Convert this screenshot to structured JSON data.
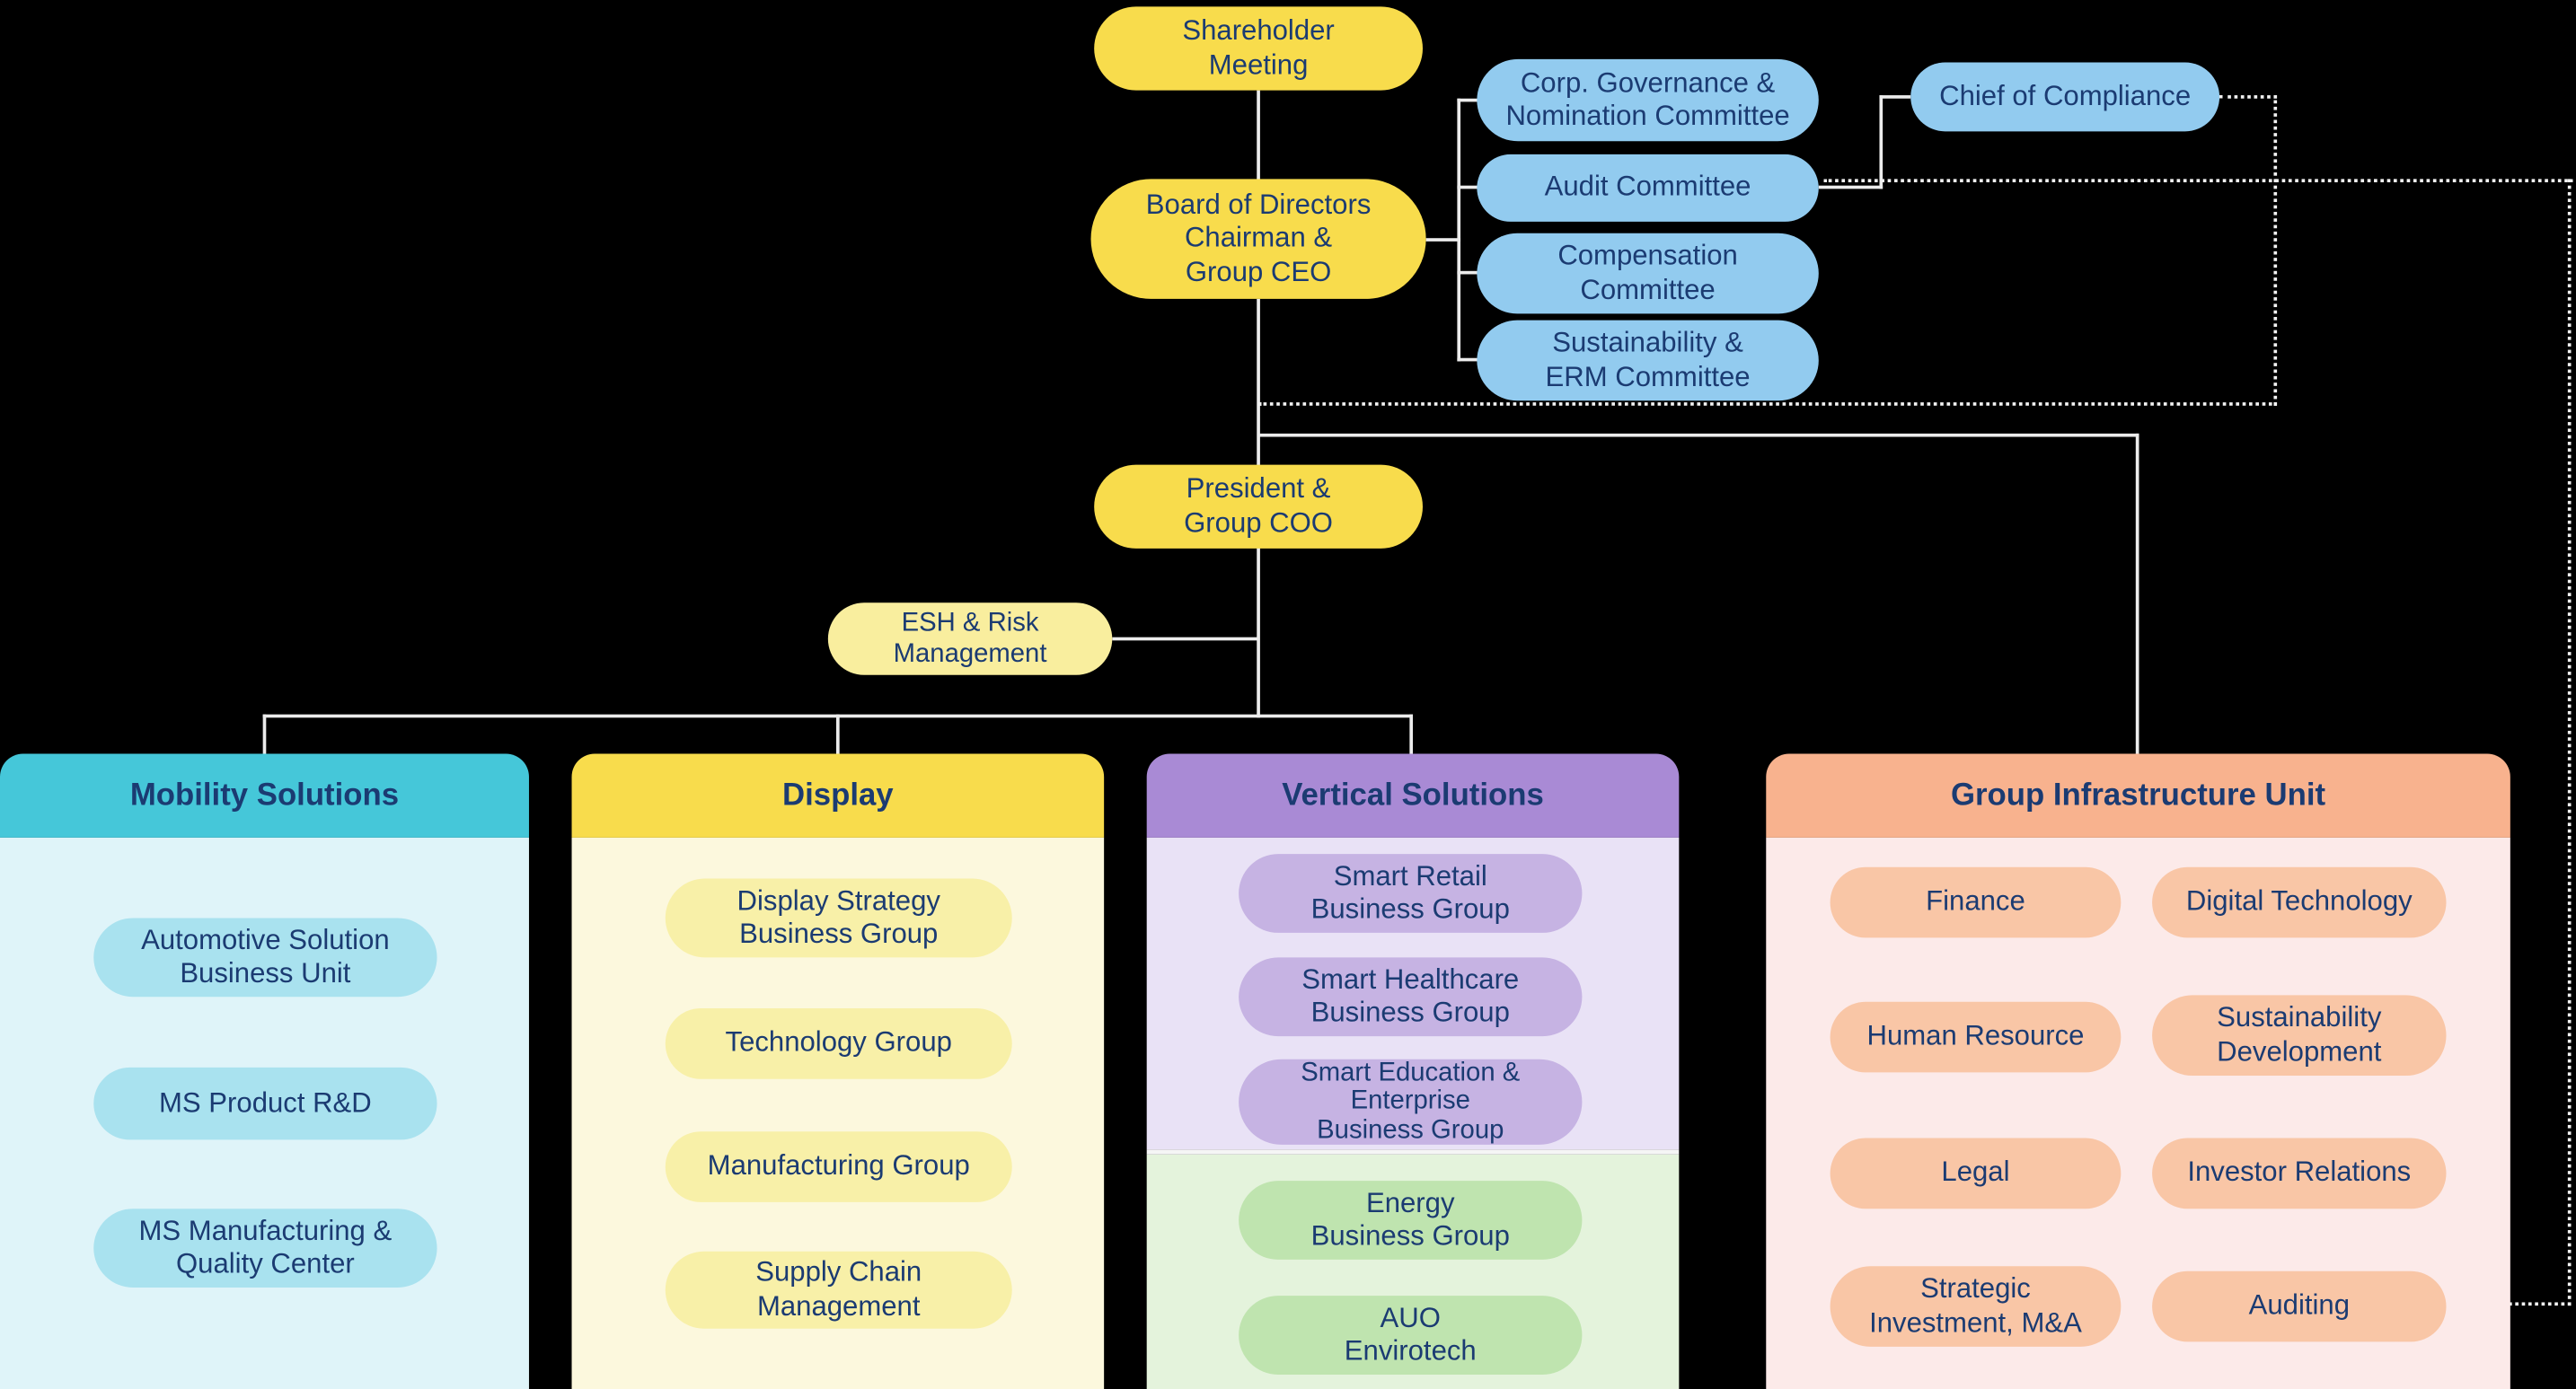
{
  "colors": {
    "background": "#000000",
    "text_navy": "#1B3B72",
    "node_yellow": "#F8DC4C",
    "node_pale_yellow": "#F9EE9E",
    "committee_blue": "#92CBEF",
    "mobility_teal": "#45C7D9",
    "mobility_body": "#DFF4F9",
    "mobility_pill": "#A9E2EF",
    "display_yellow": "#F8DC4C",
    "display_body": "#FCF8DD",
    "display_pill": "#F8F0A8",
    "vertical_purple": "#A98AD5",
    "vertical_body": "#E9E2F6",
    "vertical_pill": "#C6B3E3",
    "energy_body": "#E4F3DC",
    "energy_pill": "#BFE4AF",
    "infra_orange": "#F8B28E",
    "infra_body": "#FCEAE9",
    "infra_pill": "#F9C6A6",
    "connector_line": "#ECECEC"
  },
  "governance": {
    "shareholder_meeting": "Shareholder\nMeeting",
    "board": "Board of Directors\nChairman &\nGroup CEO",
    "committees": [
      "Corp. Governance &\nNomination Committee",
      "Audit Committee",
      "Compensation\nCommittee",
      "Sustainability &\nERM Committee"
    ],
    "chief_of_compliance": "Chief of Compliance",
    "president": "President &\nGroup COO",
    "esh": "ESH & Risk\nManagement"
  },
  "divisions": [
    {
      "title": "Mobility Solutions",
      "units": [
        "Automotive Solution\nBusiness Unit",
        "MS Product R&D",
        "MS Manufacturing &\nQuality Center"
      ]
    },
    {
      "title": "Display",
      "units": [
        "Display Strategy\nBusiness Group",
        "Technology Group",
        "Manufacturing Group",
        "Supply Chain\nManagement"
      ]
    },
    {
      "title": "Vertical Solutions",
      "units": [
        "Smart Retail\nBusiness Group",
        "Smart Healthcare\nBusiness Group",
        "Smart Education &\nEnterprise\nBusiness Group"
      ],
      "green_units": [
        "Energy\nBusiness Group",
        "AUO\nEnvirotech"
      ]
    },
    {
      "title": "Group Infrastructure Unit",
      "units": [
        "Finance",
        "Digital Technology",
        "Human Resource",
        "Sustainability\nDevelopment",
        "Legal",
        "Investor Relations",
        "Strategic\nInvestment, M&A",
        "Auditing"
      ]
    }
  ]
}
